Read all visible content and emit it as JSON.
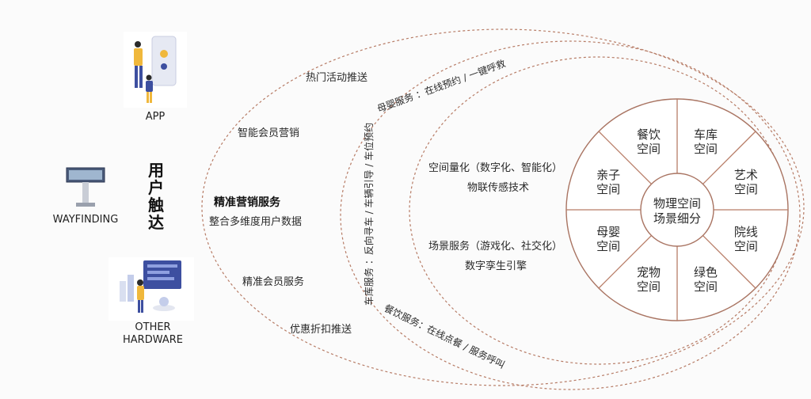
{
  "touchpoints": {
    "title_chars": [
      "用",
      "户",
      "触",
      "达"
    ],
    "devices": [
      {
        "label": "APP"
      },
      {
        "label": "WAYFINDING"
      },
      {
        "label": "OTHER\nHARDWARE"
      }
    ]
  },
  "outer_ring": {
    "labels": [
      "热门活动推送",
      "智能会员营销",
      "精准营销服务",
      "整合多维度用户数据",
      "精准会员服务",
      "优惠折扣推送"
    ]
  },
  "middle_ring": {
    "labels": [
      "母婴服务 ：在线预约 / 一键呼救",
      "车库服务 ：反向寻车 / 车辆引导 / 车位预约",
      "餐饮服务：在线点餐 / 服务呼叫"
    ]
  },
  "inner_ring": {
    "labels": [
      "空间量化（数字化、智能化）",
      "物联传感技术",
      "场景服务（游戏化、社交化）",
      "数字孪生引擎"
    ]
  },
  "wheel": {
    "center": [
      "物理空间",
      "场景细分"
    ],
    "segments": [
      [
        "车库",
        "空间"
      ],
      [
        "艺术",
        "空间"
      ],
      [
        "院线",
        "空间"
      ],
      [
        "绿色",
        "空间"
      ],
      [
        "宠物",
        "空间"
      ],
      [
        "母婴",
        "空间"
      ],
      [
        "亲子",
        "空间"
      ],
      [
        "餐饮",
        "空间"
      ]
    ]
  },
  "colors": {
    "line": "#b77c66",
    "text": "#2a2a2a",
    "device_accent": "#f0b83c",
    "device_blue": "#3d4fa0"
  }
}
